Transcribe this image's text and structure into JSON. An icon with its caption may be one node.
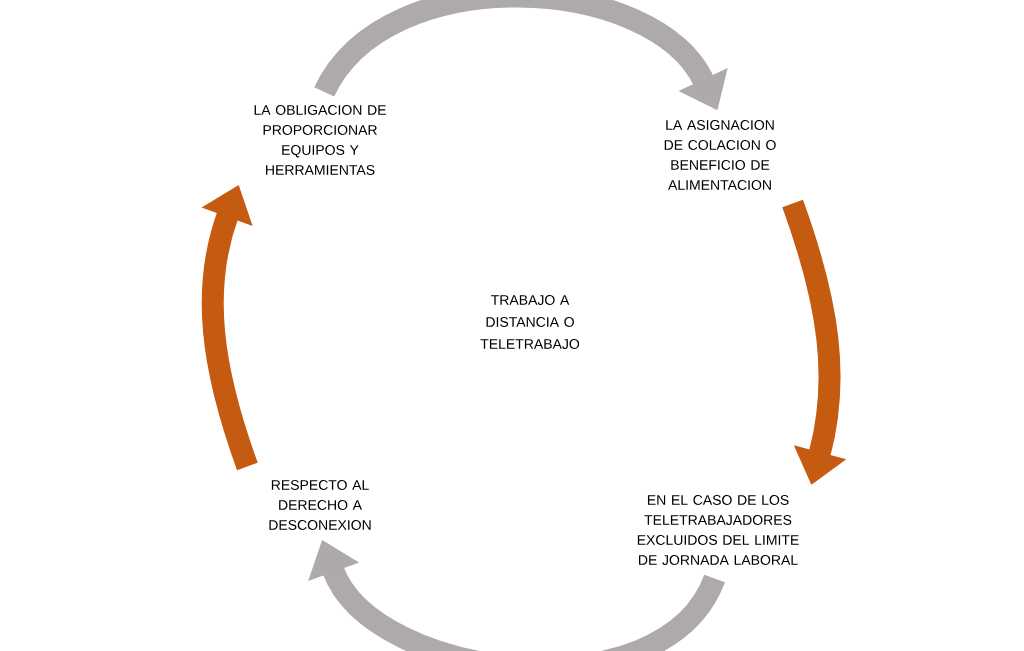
{
  "diagram": {
    "nodes": [
      {
        "text": [
          "LA OBLIGACION DE PROPORCIONAR EQUIPOS Y HERRAMIENTAS"
        ]
      },
      {
        "text": [
          "LA ASIGNACION DE COLACION O BENEFICIO DE ALIMENTACION"
        ]
      },
      {
        "text": [
          "EN EL CASO DE LOS TELETRABAJADORES EXCLUIDOS DEL LIMITE DE JORNADA LABORAL"
        ]
      },
      {
        "text": [
          "RESPECTO AL DERECHO A DESCONEXION"
        ]
      }
    ],
    "edges": [
      {
        "from": 0,
        "to": 1,
        "arrow": "to",
        "color": "#aeaaaa"
      },
      {
        "from": 1,
        "to": 2,
        "arrow": "to",
        "color": "#c55a11"
      },
      {
        "from": 2,
        "to": 3,
        "arrow": "to",
        "color": "#aeaaaa"
      },
      {
        "from": 3,
        "to": 0,
        "arrow": "to",
        "color": "#c55a11"
      }
    ],
    "labels": [
      "TRABAJO A DISTANCIA O TELETRABAJO"
    ]
  }
}
